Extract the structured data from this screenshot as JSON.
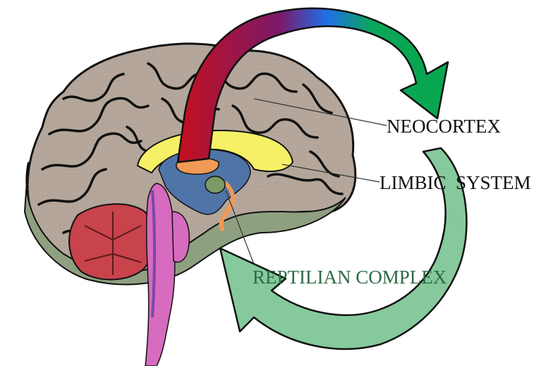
{
  "labels": {
    "neocortex": "NEOCORTEX",
    "limbic": "LIMBIC  SYSTEM",
    "reptilian": "REPTILIAN COMPLEX"
  },
  "colors": {
    "cortex": "#b4a69a",
    "cortex_lower": "#8fa080",
    "cerebellum": "#c8434b",
    "limbic_yellow": "#f5f065",
    "ventricle_blue": "#4f74a8",
    "thalamus_orange": "#f09a55",
    "brainstem_pink": "#d66bbf",
    "arrow_red": "#c4101e",
    "arrow_blue": "#1f6fe8",
    "arrow_green": "#0aa65a",
    "arrow_light_green": "#86c99c"
  }
}
